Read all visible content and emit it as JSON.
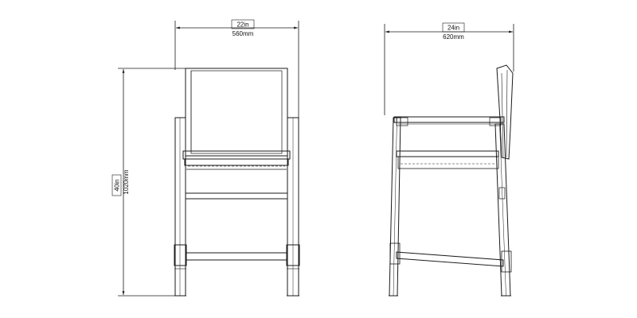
{
  "colors": {
    "line": "#1a1a1a",
    "background": "#ffffff"
  },
  "front_view": {
    "width_in": "22in",
    "width_mm": "560mm",
    "height_in": "40in",
    "height_mm": "1020mm"
  },
  "side_view": {
    "depth_in": "24in",
    "depth_mm": "620mm"
  }
}
